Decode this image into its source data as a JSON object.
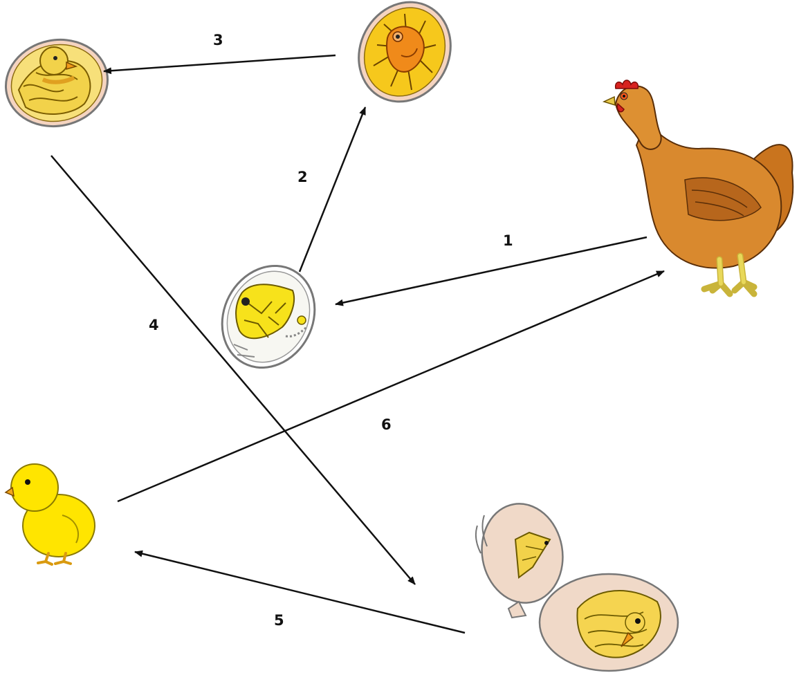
{
  "diagram": {
    "steps": [
      {
        "label": "1",
        "from": "hen",
        "to": "egg-early-embryo"
      },
      {
        "label": "2",
        "from": "egg-early-embryo",
        "to": "egg-developing-embryo"
      },
      {
        "label": "3",
        "from": "egg-developing-embryo",
        "to": "egg-late-embryo"
      },
      {
        "label": "4",
        "from": "egg-late-embryo",
        "to": "hatching-eggs"
      },
      {
        "label": "5",
        "from": "hatching-eggs",
        "to": "chick"
      },
      {
        "label": "6",
        "from": "chick",
        "to": "hen"
      }
    ],
    "colors": {
      "line": "#111111",
      "yolk": "#f5c816",
      "chick": "#ffe500",
      "shell": "#f0d9c8",
      "hen_body": "#d9892e",
      "hen_dark": "#a65b14",
      "comb": "#d7221f",
      "legs": "#e8d85a"
    }
  }
}
